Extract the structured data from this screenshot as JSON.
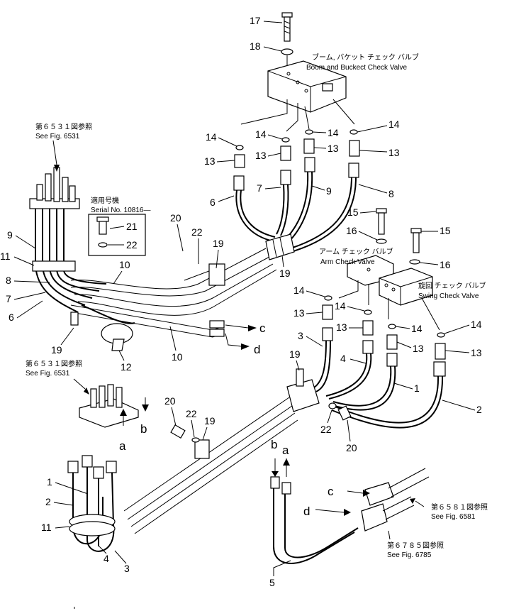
{
  "labels": {
    "boom_valve_jp": "ブーム, バケット チェック バルブ",
    "boom_valve_en": "Boom and Buckect Check Valve",
    "arm_valve_jp": "アーム チェック バルブ",
    "arm_valve_en": "Arm Check Valve",
    "swing_valve_jp": "旋回 チェック バルブ",
    "swing_valve_en": "Swing Check Valve",
    "serial_jp": "適用号機",
    "serial_en": "Serial No. 10816—",
    "ref_6531_top_jp": "第６５３１図参照",
    "ref_6531_top_en": "See Fig. 6531",
    "ref_6531_mid_jp": "第６５３１図参照",
    "ref_6531_mid_en": "See Fig. 6531",
    "ref_6581_jp": "第６５８１図参照",
    "ref_6581_en": "See Fig. 6581",
    "ref_6785_jp": "第６７８５図参照",
    "ref_6785_en": "See Fig. 6785"
  },
  "callouts": {
    "n17": "17",
    "n18": "18",
    "n14a": "14",
    "n14b": "14",
    "n14c": "14",
    "n14d": "14",
    "n13a": "13",
    "n13b": "13",
    "n13c": "13",
    "n13d": "13",
    "n7a": "7",
    "n9a": "9",
    "n6a": "6",
    "n8a": "8",
    "n15a": "15",
    "n16a": "16",
    "n15b": "15",
    "n16b": "16",
    "n21": "21",
    "n22a": "22",
    "n22b": "22",
    "n22c": "22",
    "n22d": "22",
    "n20a": "20",
    "n20b": "20",
    "n20c": "20",
    "n19a": "19",
    "n19b": "19",
    "n19c": "19",
    "n19d": "19",
    "n19e": "19",
    "n9b": "9",
    "n11a": "11",
    "n8b": "8",
    "n7b": "7",
    "n6b": "6",
    "n10a": "10",
    "n10b": "10",
    "n12": "12",
    "n14e": "14",
    "n14f": "14",
    "n14g": "14",
    "n14h": "14",
    "n13e": "13",
    "n13f": "13",
    "n13g": "13",
    "n13h": "13",
    "n3a": "3",
    "n4a": "4",
    "n1a": "1",
    "n2a": "2",
    "n1b": "1",
    "n2b": "2",
    "n11b": "11",
    "n4b": "4",
    "n3b": "3",
    "n5": "5"
  },
  "letters": {
    "c1": "c",
    "d1": "d",
    "a1": "a",
    "b1": "b",
    "b2": "b",
    "a2": "a",
    "c2": "c",
    "d2": "d"
  }
}
